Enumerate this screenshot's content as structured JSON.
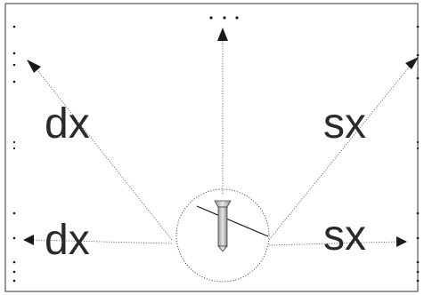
{
  "diagram": {
    "labels": {
      "upper_left": "dx",
      "upper_right": "sx",
      "lower_left": "dx",
      "lower_right": "sx"
    },
    "center_object": "screw-icon",
    "arrow_directions": [
      "up",
      "upper-left",
      "upper-right",
      "left",
      "right"
    ],
    "colors": {
      "stroke": "#1a1a1a",
      "text": "#2a2a2a",
      "screw": "#bdbdbd",
      "background": "#ffffff"
    }
  }
}
